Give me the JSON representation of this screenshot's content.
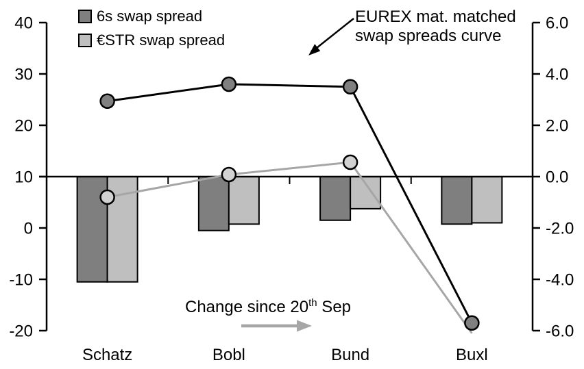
{
  "chart": {
    "legend": [
      {
        "label": "6s swap spread",
        "color": "#7f7f7f"
      },
      {
        "label": "€STR swap spread",
        "color": "#bfbfbf"
      }
    ],
    "annotation": {
      "line1": "EUREX mat. matched",
      "line2": "swap spreads curve"
    },
    "change_note": {
      "before": "Change since 20",
      "sup": "th",
      "after": " Sep"
    }
  },
  "chart_data": {
    "type": "combo (bar + line)",
    "categories": [
      "Schatz",
      "Bobl",
      "Bund",
      "Buxl"
    ],
    "left_axis": {
      "ticks": [
        "40",
        "30",
        "20",
        "10",
        "0",
        "-10",
        "-20"
      ],
      "min": -20,
      "max": 40
    },
    "right_axis": {
      "ticks": [
        "6.0",
        "4.0",
        "2.0",
        "0.0",
        "-2.0",
        "-4.0",
        "-6.0"
      ],
      "min": -6,
      "max": 6
    },
    "bar_series": [
      {
        "name": "6s swap spread",
        "axis": "right",
        "color": "#7f7f7f",
        "values": [
          -4.1,
          -2.1,
          -1.7,
          -1.85
        ]
      },
      {
        "name": "€STR swap spread",
        "axis": "right",
        "color": "#bfbfbf",
        "values": [
          -4.1,
          -1.85,
          -1.25,
          -1.8
        ]
      }
    ],
    "line_series": [
      {
        "name": "€STR swap spread curve",
        "axis": "left",
        "color": "#a6a6a6",
        "marker_fill": "#d2d2d2",
        "values": [
          6.0,
          10.4,
          12.8,
          -20.5
        ],
        "markers": [
          true,
          true,
          true,
          false
        ]
      },
      {
        "name": "6s swap spread curve",
        "axis": "left",
        "color": "#000000",
        "marker_fill": "#808080",
        "values": [
          24.7,
          28.0,
          27.5,
          -18.5
        ],
        "markers": [
          true,
          true,
          true,
          true
        ]
      }
    ],
    "legend_position": "top-left",
    "grid": false
  }
}
